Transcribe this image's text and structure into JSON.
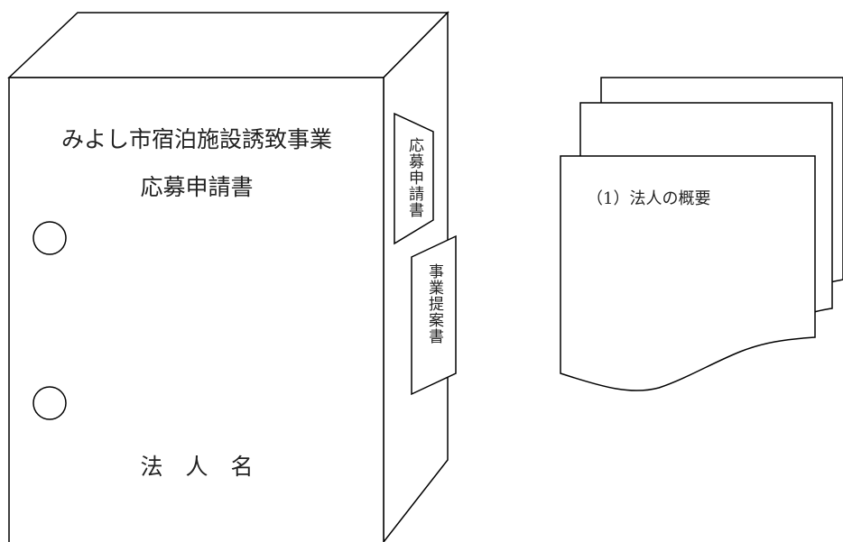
{
  "binder": {
    "title_line1": "みよし市宿泊施設誘致事業",
    "title_line2": "応募申請書",
    "corporate_name": "法　人　名"
  },
  "tabs": {
    "application_tab": "応募申請書",
    "proposal_tab": "事業提案書"
  },
  "document": {
    "heading": "（1）法人の概要"
  },
  "colors": {
    "stroke": "#000000",
    "background": "#ffffff",
    "text": "#222222"
  }
}
